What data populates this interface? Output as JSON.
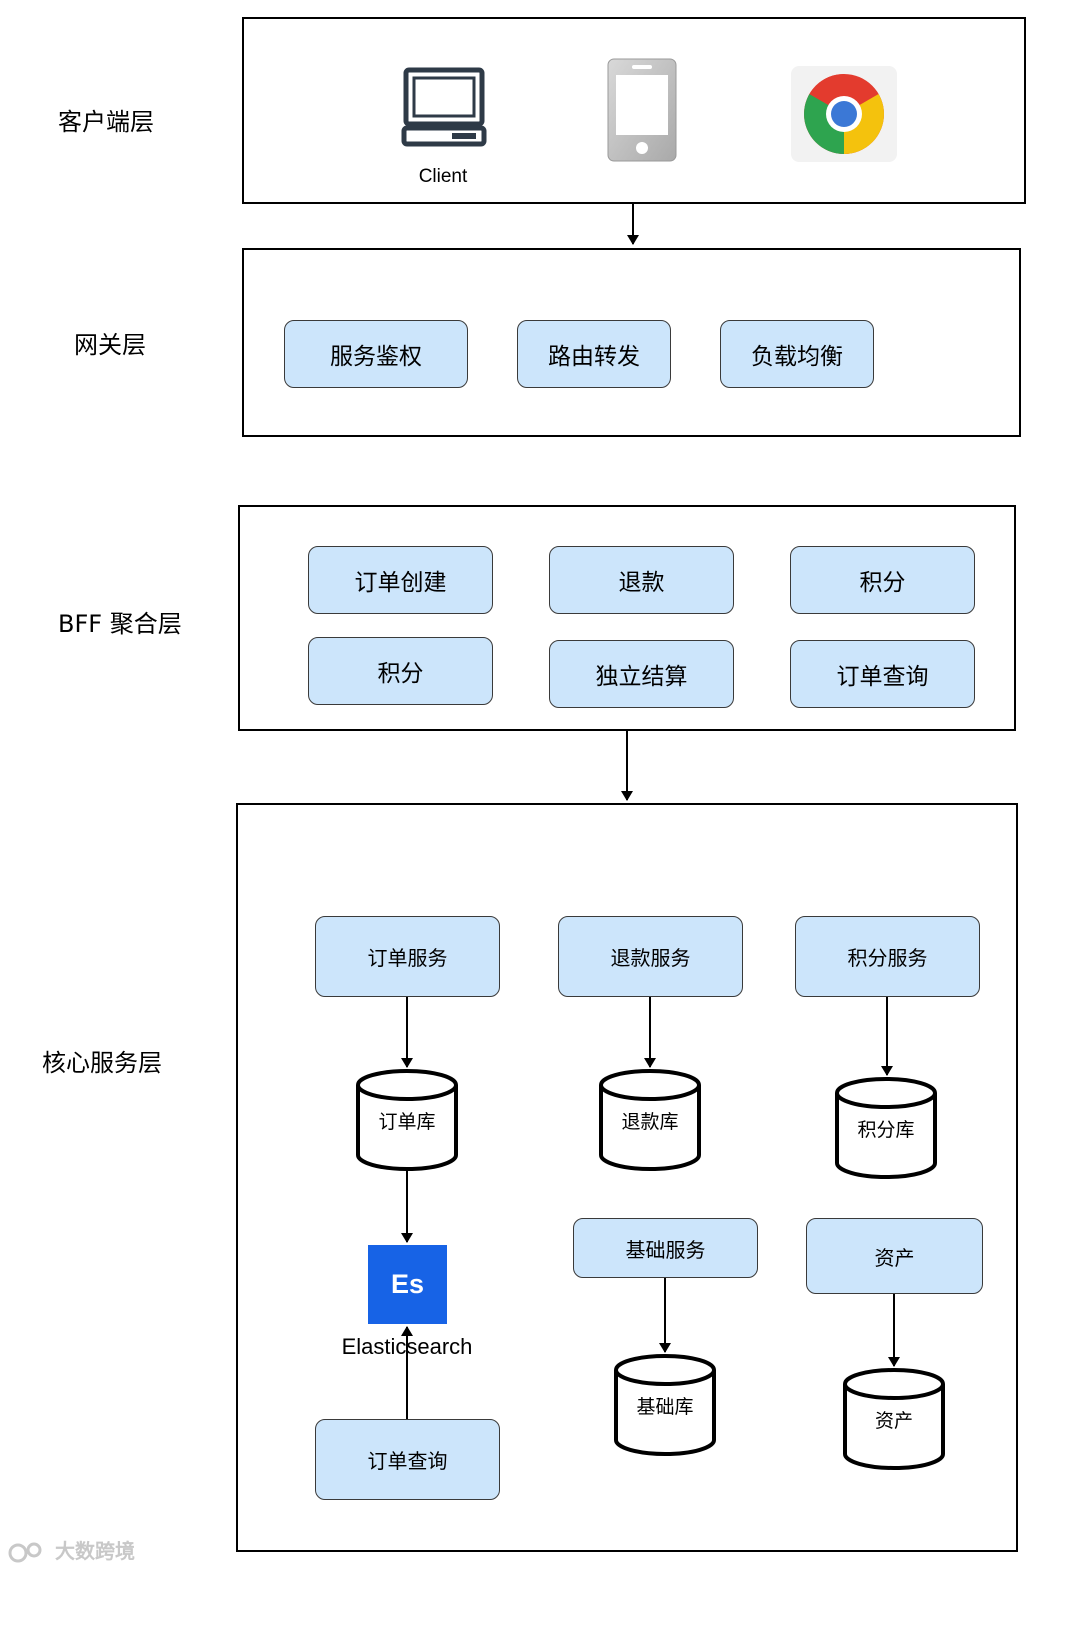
{
  "layers": {
    "client": "客户端层",
    "gateway": "网关层",
    "bff": "BFF 聚合层",
    "core": "核心服务层"
  },
  "client_layer": {
    "client_label": "Client",
    "icons": [
      "desktop-computer-icon",
      "mobile-phone-icon",
      "chrome-browser-icon"
    ]
  },
  "gateway_layer": {
    "items": [
      "服务鉴权",
      "路由转发",
      "负载均衡"
    ]
  },
  "bff_layer": {
    "items": [
      "订单创建",
      "退款",
      "积分",
      "积分",
      "独立结算",
      "订单查询"
    ]
  },
  "core_layer": {
    "services": [
      "订单服务",
      "退款服务",
      "积分服务",
      "基础服务",
      "资产",
      "订单查询"
    ],
    "databases": [
      "订单库",
      "退款库",
      "积分库",
      "基础库",
      "资产"
    ],
    "es_icon_text": "Es",
    "es_label": "Elasticsearch"
  },
  "watermark": "大数跨境",
  "colors": {
    "service_fill": "#cce5fb",
    "es_blue": "#1763e6",
    "frame_stroke": "#000000"
  }
}
